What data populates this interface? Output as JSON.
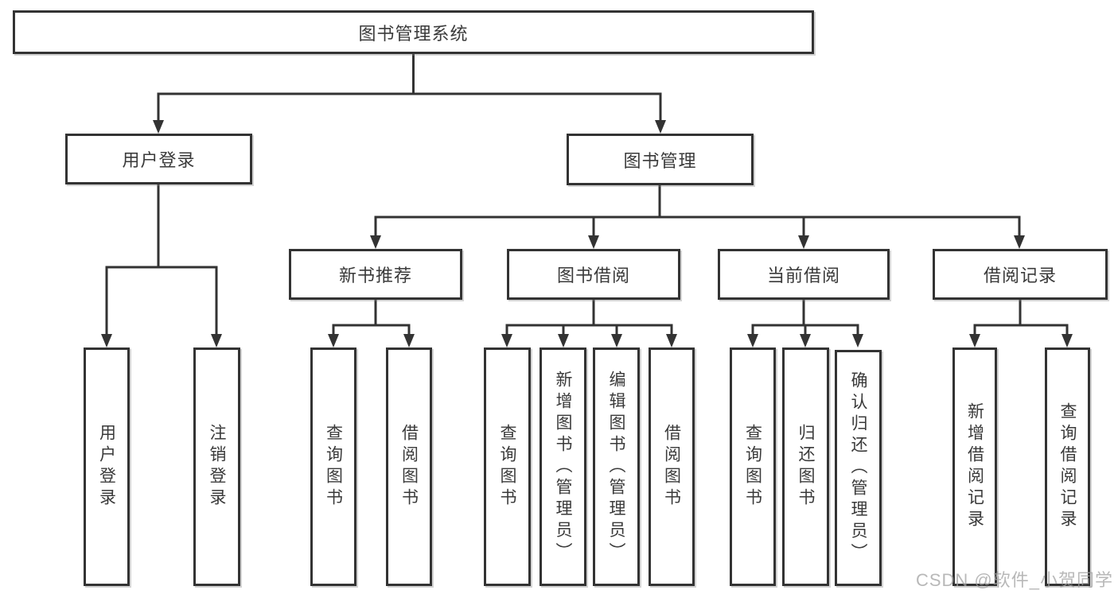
{
  "colors": {
    "line": "#333333",
    "box_border": "#333333",
    "text": "#3a3a3a",
    "watermark": "#a0a0a0",
    "background": "#ffffff"
  },
  "watermark": "CSDN @软件_小贺同学",
  "diagram": {
    "root": "图书管理系统",
    "branches": [
      {
        "label": "用户登录",
        "leaves": [
          "用户登录",
          "注销登录"
        ]
      },
      {
        "label": "图书管理",
        "children": [
          {
            "label": "新书推荐",
            "leaves": [
              "查询图书",
              "借阅图书"
            ]
          },
          {
            "label": "图书借阅",
            "leaves": [
              "查询图书",
              "新增图书（管理员）",
              "编辑图书（管理员）",
              "借阅图书"
            ]
          },
          {
            "label": "当前借阅",
            "leaves": [
              "查询图书",
              "归还图书",
              "确认归还（管理员）"
            ]
          },
          {
            "label": "借阅记录",
            "leaves": [
              "新增借阅记录",
              "查询借阅记录"
            ]
          }
        ]
      }
    ]
  }
}
